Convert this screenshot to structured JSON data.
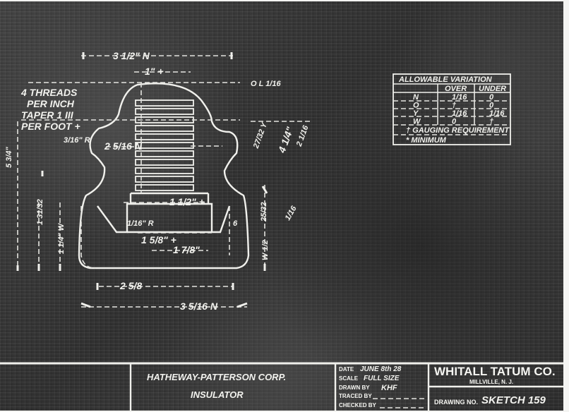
{
  "drawing": {
    "notes": {
      "threads": [
        "4 THREADS",
        "PER INCH",
        "TAPER 1 III",
        "PER FOOT +"
      ]
    },
    "dimensions": {
      "overall_top": "3 1/2\" N",
      "thread_top": "1\" +",
      "thread_dia": "2 5/16 N",
      "radius": "3/16\" R",
      "left_height": "5 3/4\"",
      "right_o": "O L 1/16",
      "right_y": "27/32 Y",
      "right_total": "4 1/4\"",
      "right_2": "2 1/16",
      "inner_top": "1 1/2\" +",
      "inner_mid": "1 5/8\" +",
      "inner_low": "1 7/8\"",
      "petticoat_r": "1/16\" R",
      "left_1_31_32": "1 31/32",
      "left_w": "1 1/4\" W",
      "right_25_32": "25/32",
      "right_1_16": "1/16",
      "right_w": "W 1/2",
      "bottom_inner": "2 5/8",
      "bottom_outer": "3 5/16 N",
      "drip": "6"
    },
    "variation_table": {
      "title": "ALLOWABLE VARIATION",
      "headers": [
        "",
        "OVER",
        "UNDER"
      ],
      "rows": [
        {
          "dim": "N",
          "over": "1/16",
          "under": "0"
        },
        {
          "dim": "O",
          "over": "†",
          "under": "0"
        },
        {
          "dim": "Y",
          "over": "1/16",
          "under": "1/16"
        },
        {
          "dim": "W",
          "over": "0",
          "under": "†"
        }
      ],
      "legend": [
        "† GAUGING REQUIREMENT",
        "* MINIMUM"
      ]
    }
  },
  "title_block": {
    "customer": "HATHEWAY-PATTERSON CORP.",
    "part": "INSULATOR",
    "date_label": "DATE",
    "date_value": "JUNE 8th 28",
    "scale_label": "SCALE",
    "scale_value": "FULL SIZE",
    "drawn_by_label": "DRAWN BY",
    "drawn_by_value": "KHF",
    "traced_by_label": "TRACED BY",
    "checked_by_label": "CHECKED BY",
    "company": "WHITALL TATUM CO.",
    "location": "MILLVILLE, N. J.",
    "drawing_no_label": "DRAWING NO.",
    "drawing_no_value": "SKETCH 159"
  }
}
